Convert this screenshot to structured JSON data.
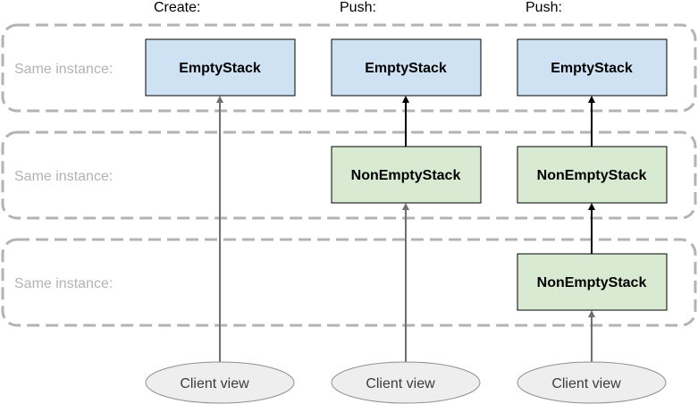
{
  "operations": [
    {
      "label": "Create:"
    },
    {
      "label": "Push:"
    },
    {
      "label": "Push:"
    }
  ],
  "rows": [
    {
      "label": "Same instance:"
    },
    {
      "label": "Same instance:"
    },
    {
      "label": "Same instance:"
    }
  ],
  "nodes": {
    "col1_empty": "EmptyStack",
    "col2_empty": "EmptyStack",
    "col2_nonempty": "NonEmptyStack",
    "col3_empty": "EmptyStack",
    "col3_nonempty_1": "NonEmptyStack",
    "col3_nonempty_2": "NonEmptyStack"
  },
  "clients": [
    {
      "label": "Client view"
    },
    {
      "label": "Client view"
    },
    {
      "label": "Client view"
    }
  ],
  "colors": {
    "empty_fill": "#cfe2f3",
    "nonempty_fill": "#d9ead3",
    "frame_stroke": "#b3b3b3",
    "client_fill": "#eeeeee"
  }
}
